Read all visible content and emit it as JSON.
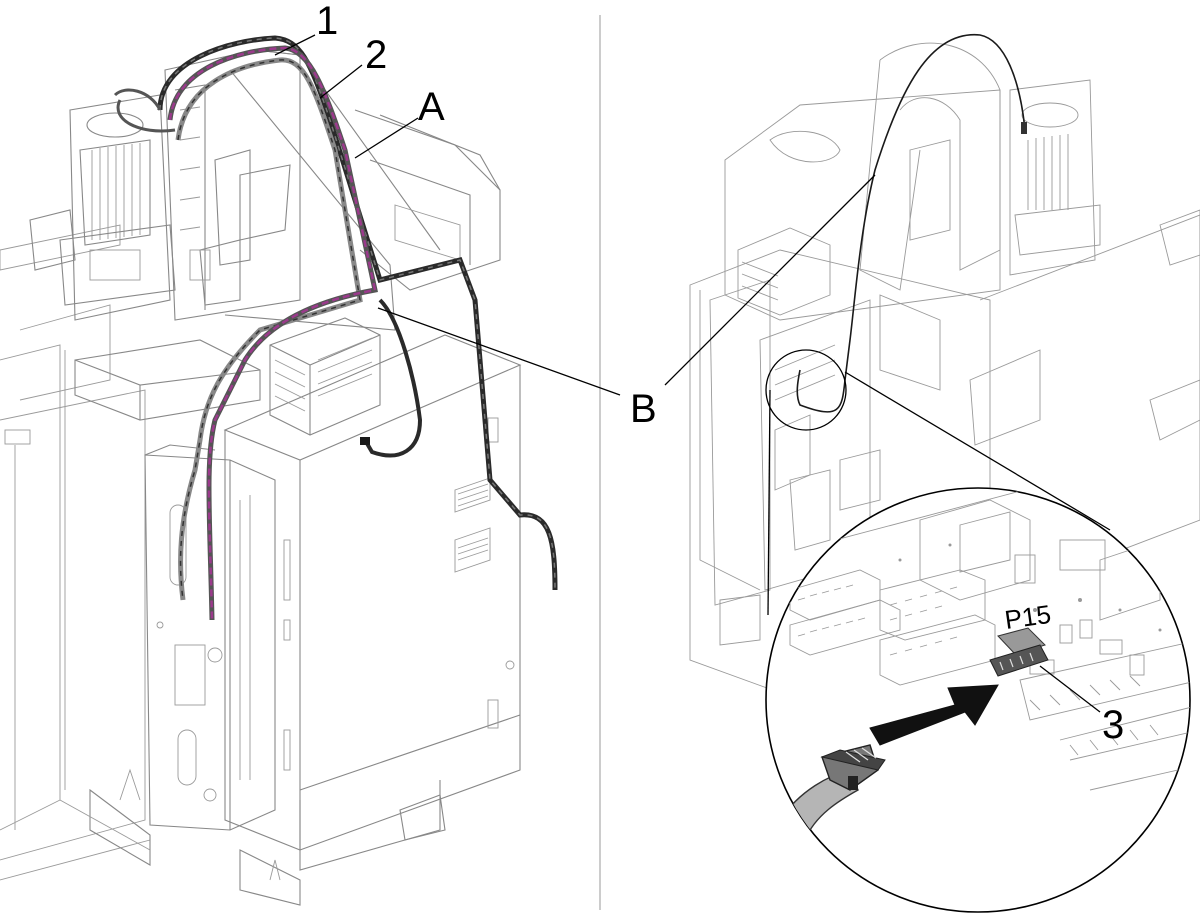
{
  "figure": {
    "left_panel": {
      "callouts": {
        "c1": "1",
        "c2": "2",
        "cA": "A",
        "cB": "B"
      },
      "colors": {
        "cable1": "#2a2a2a",
        "cable2_twist": "#8a8a8a",
        "cableA_accent": "#9b3a8c"
      }
    },
    "right_panel": {
      "connector_label": "P15",
      "callout3": "3"
    },
    "icons": [
      "insert-arrow-icon",
      "ribbon-plug-icon",
      "magnifier-circle"
    ]
  }
}
